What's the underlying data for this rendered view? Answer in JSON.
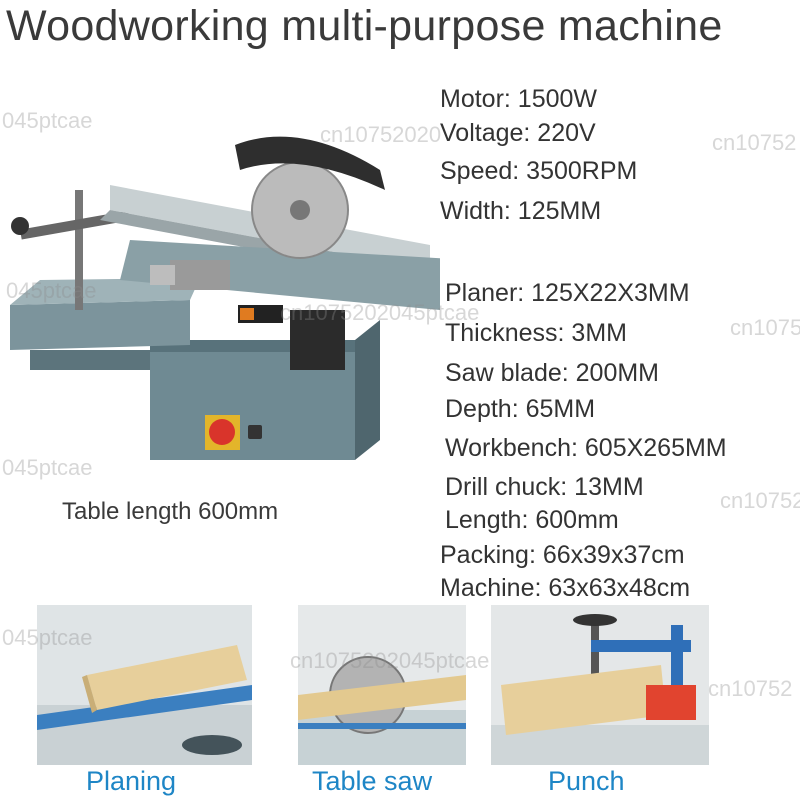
{
  "title": "Woodworking multi-purpose machine",
  "caption": "Table length 600mm",
  "specs": [
    "Motor: 1500W",
    "Voltage: 220V",
    "Speed: 3500RPM",
    "Width: 125MM",
    "Planer: 125X22X3MM",
    "Thickness: 3MM",
    "Saw blade: 200MM",
    "Depth: 65MM",
    "Workbench: 605X265MM",
    "Drill chuck: 13MM",
    "Length: 600mm",
    "Packing: 66x39x37cm",
    "Machine: 63x63x48cm"
  ],
  "thumbnails": [
    {
      "label": "Planing"
    },
    {
      "label": "Table saw"
    },
    {
      "label": "Punch"
    }
  ],
  "watermarks": [
    "045ptcae",
    "cn10752020",
    "cn10752",
    "045ptcae",
    "cn1075202045ptcae",
    "cn10752",
    "045ptcae",
    "cn10752",
    "045ptcae",
    "cn1075202045ptcae",
    "cn10752"
  ],
  "colors": {
    "label_blue": "#1e86c6",
    "machine_gray": "#6f8a93",
    "switch_red": "#d9342b"
  }
}
